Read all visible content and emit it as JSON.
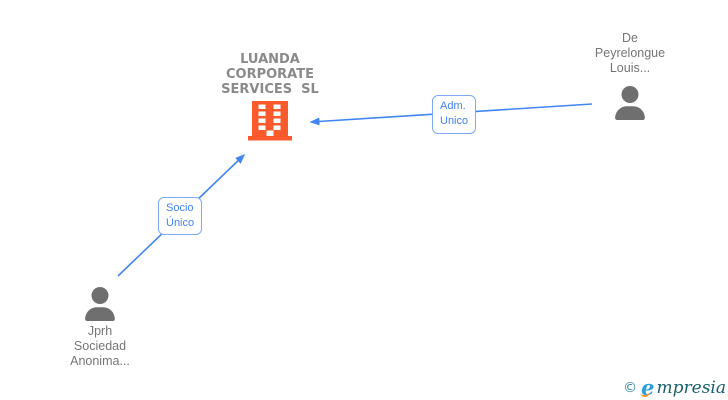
{
  "company": {
    "name": "LUANDA\nCORPORATE\nSERVICES  SL"
  },
  "persons": {
    "administrator": {
      "name": "De\nPeyrelongue\nLouis..."
    },
    "shareholder": {
      "name": "Jprh\nSociedad\nAnonima..."
    }
  },
  "relations": {
    "administrator": {
      "label": "Adm.\nUnico"
    },
    "shareholder": {
      "label": "Socio\nÚnico"
    }
  },
  "watermark": {
    "copyright": "©",
    "brand_first_letter": "e",
    "brand_rest": "mpresia"
  },
  "colors": {
    "connector_blue": "#4285F4",
    "label_border_blue": "#7FA9F4",
    "label_text_blue": "#4285F4",
    "company_text_gray": "#8A8A8A",
    "person_text_gray": "#757575",
    "person_icon_gray": "#6F6F6F",
    "building_orange": "#FB5A2D",
    "logo_teal": "#19606B",
    "logo_blue": "#2D9FD8",
    "logo_orange": "#F7941D"
  }
}
